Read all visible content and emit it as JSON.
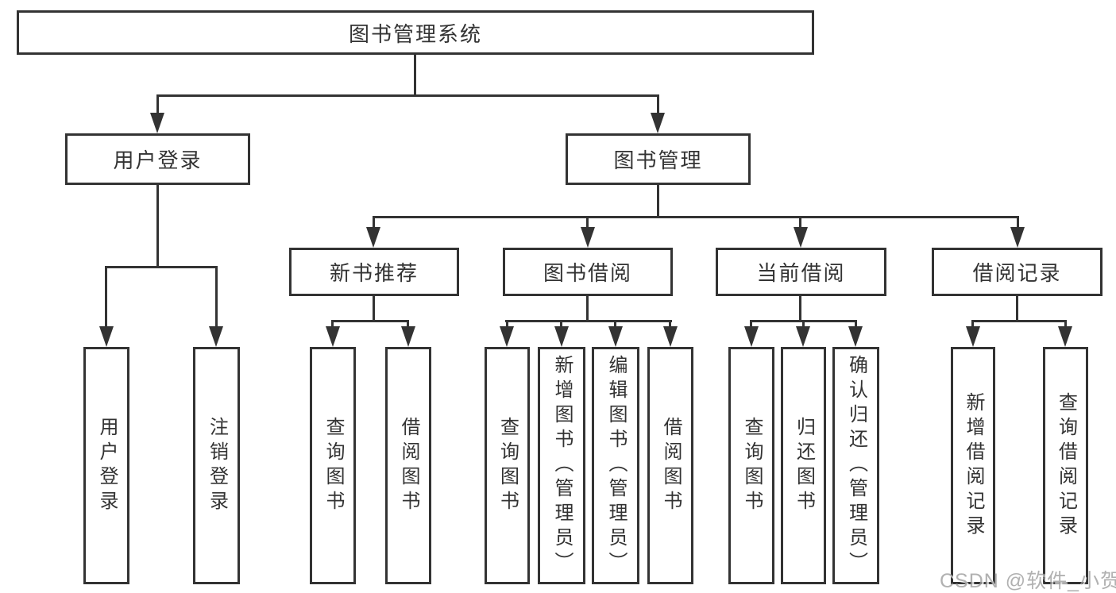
{
  "tree": {
    "root": {
      "label": "图书管理系统"
    },
    "user_login": {
      "label": "用户登录",
      "leaves": [
        "用户登录",
        "注销登录"
      ]
    },
    "book_mgmt": {
      "label": "图书管理",
      "groups": [
        {
          "label": "新书推荐",
          "leaves": [
            "查询图书",
            "借阅图书"
          ]
        },
        {
          "label": "图书借阅",
          "leaves": [
            "查询图书",
            "新增图书（管理员）",
            "编辑图书（管理员）",
            "借阅图书"
          ]
        },
        {
          "label": "当前借阅",
          "leaves": [
            "查询图书",
            "归还图书",
            "确认归还（管理员）"
          ]
        },
        {
          "label": "借阅记录",
          "leaves": [
            "新增借阅记录",
            "查询借阅记录"
          ]
        }
      ]
    }
  },
  "watermark": {
    "text": "CSDN @软件_小贺同学"
  },
  "colors": {
    "line": "#333333",
    "text": "#333333",
    "background": "#ffffff",
    "watermark": "#9e9e9e"
  }
}
